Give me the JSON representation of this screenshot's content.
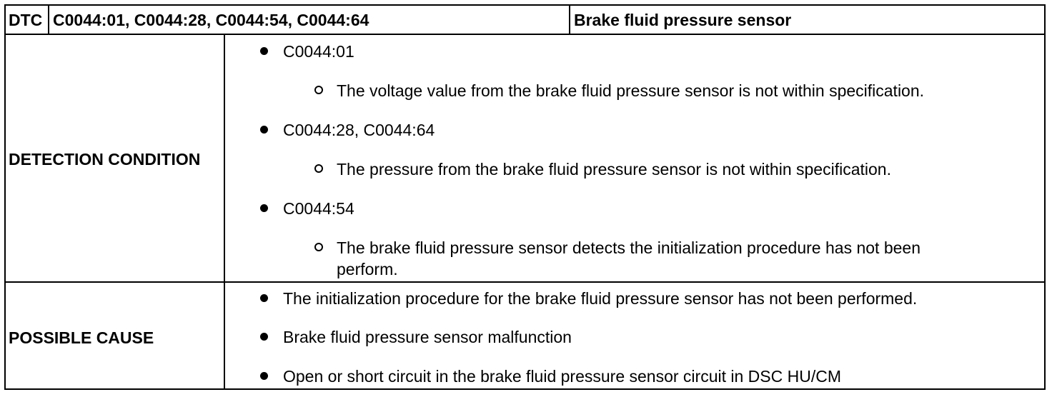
{
  "header": {
    "dtc_label": "DTC",
    "codes": "C0044:01, C0044:28, C0044:54, C0044:64",
    "title": "Brake fluid pressure sensor"
  },
  "detection": {
    "label": "DETECTION CONDITION",
    "items": [
      {
        "code": "C0044:01",
        "detail": "The voltage value from the brake fluid pressure sensor is not within specification."
      },
      {
        "code": "C0044:28, C0044:64",
        "detail": "The pressure from the brake fluid pressure sensor is not within specification."
      },
      {
        "code": "C0044:54",
        "detail_line1": "The brake fluid pressure sensor detects the initialization procedure has not been",
        "detail_line2": "perform."
      }
    ]
  },
  "cause": {
    "label": "POSSIBLE CAUSE",
    "items": [
      "The initialization procedure for the brake fluid pressure sensor has not been performed.",
      "Brake fluid pressure sensor malfunction",
      "Open or short circuit in the brake fluid pressure sensor circuit in DSC HU/CM"
    ]
  }
}
